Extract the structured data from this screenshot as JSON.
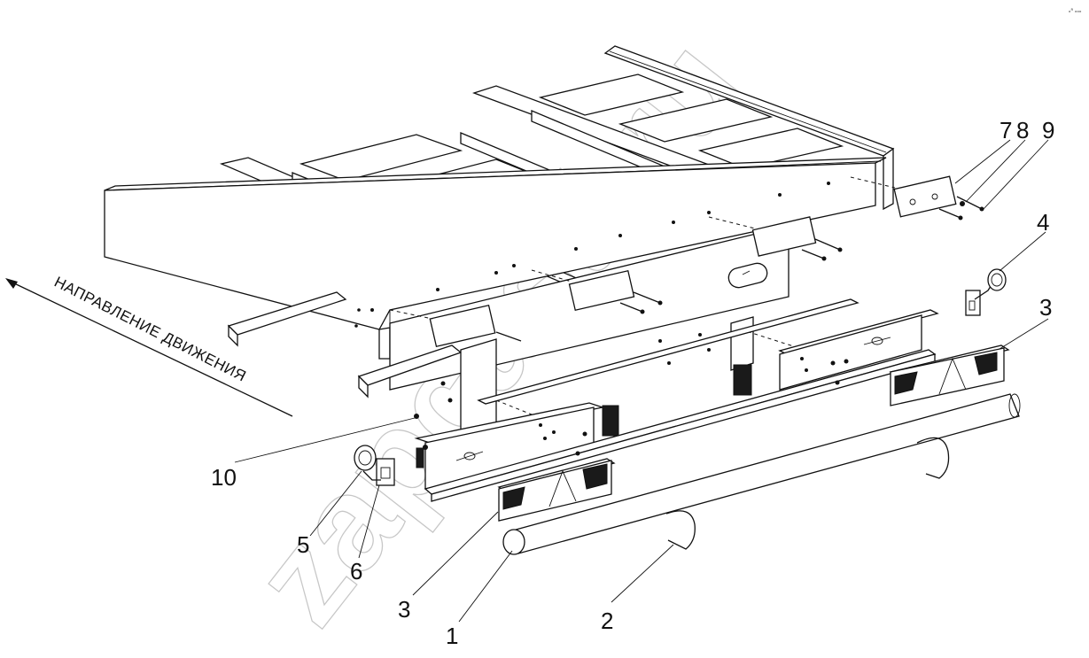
{
  "direction_label": "НАПРАВЛЕНИЕ ДВИЖЕНИЯ",
  "watermark": "zapcasti.ru",
  "corner_mark": "ₒᴿ ₒₒₒ",
  "callouts": [
    {
      "id": "1",
      "text": "1"
    },
    {
      "id": "2",
      "text": "2"
    },
    {
      "id": "3a",
      "text": "3"
    },
    {
      "id": "3b",
      "text": "3"
    },
    {
      "id": "4",
      "text": "4"
    },
    {
      "id": "5",
      "text": "5"
    },
    {
      "id": "6",
      "text": "6"
    },
    {
      "id": "7",
      "text": "7"
    },
    {
      "id": "8",
      "text": "8"
    },
    {
      "id": "9",
      "text": "9"
    },
    {
      "id": "10",
      "text": "10"
    }
  ]
}
